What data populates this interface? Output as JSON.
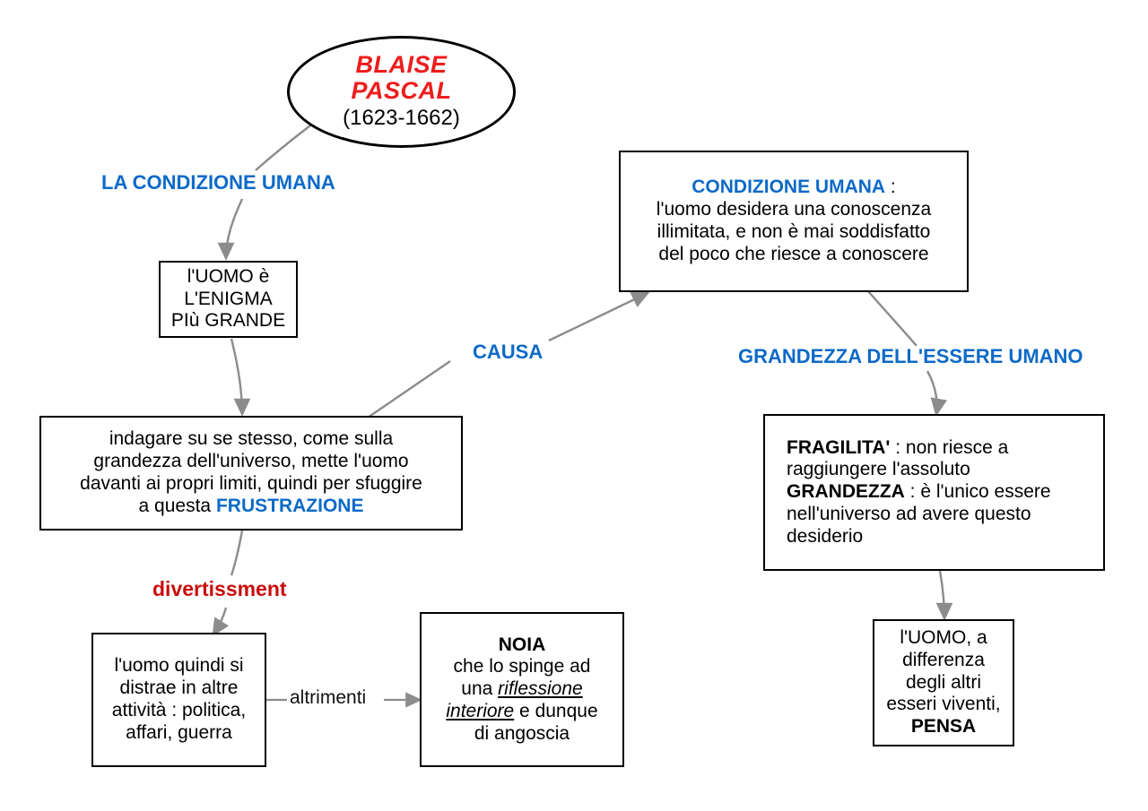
{
  "diagram": {
    "title_node": {
      "name": "BLAISE PASCAL",
      "line1": "BLAISE",
      "line2": "PASCAL",
      "years": "(1623-1662)"
    },
    "colors": {
      "accent_blue": "#0d6ac8",
      "accent_red": "#ee1c1c",
      "label_red": "#c90d0d",
      "connector_gray": "#8c8c8c",
      "box_border": "#000000",
      "text_black": "#000000"
    },
    "nodes": {
      "enigma": {
        "line1": "l'UOMO è",
        "line2": "L'ENIGMA",
        "line3": "PIù GRANDE"
      },
      "condizione_umana": {
        "heading": "CONDIZIONE UMANA",
        "colon": " :",
        "line1": "l'uomo desidera una conoscenza",
        "line2": "illimitata, e non è mai soddisfatto",
        "line3": "del poco che riesce a conoscere"
      },
      "indagare": {
        "line1": "indagare su se stesso, come sulla",
        "line2": "grandezza dell'universo, mette l'uomo",
        "line3": "davanti ai propri limiti, quindi per sfuggire",
        "line4_prefix": "a questa ",
        "line4_emph": "FRUSTRAZIONE"
      },
      "fragilita": {
        "l1_bold": "FRAGILITA'",
        "l1_rest": " : non riesce a",
        "l2": "raggiungere l'assoluto",
        "l3_bold": "GRANDEZZA",
        "l3_rest": " : è l'unico essere",
        "l4": "nell'universo ad avere questo",
        "l5": "desiderio"
      },
      "distrae": {
        "line1": "l'uomo quindi si",
        "line2": "distrae in altre",
        "line3": "attività : politica,",
        "line4": "affari, guerra"
      },
      "noia": {
        "heading": "NOIA",
        "line1": "che lo spinge ad",
        "line2_prefix": "una ",
        "line2_emph": "riflessione ",
        "line3_emph": "interiore",
        "line3_rest": " e dunque",
        "line4": "di angoscia"
      },
      "pensa": {
        "line1": "l'UOMO, a",
        "line2": "differenza",
        "line3": "degli altri",
        "line4": "esseri viventi,",
        "line5_bold": "PENSA"
      }
    },
    "edge_labels": {
      "condizione_umana_branch": "LA  CONDIZIONE UMANA",
      "causa": "CAUSA",
      "grandezza": "GRANDEZZA DELL'ESSERE UMANO",
      "divertissment": "divertissment",
      "altrimenti": "altrimenti"
    }
  }
}
